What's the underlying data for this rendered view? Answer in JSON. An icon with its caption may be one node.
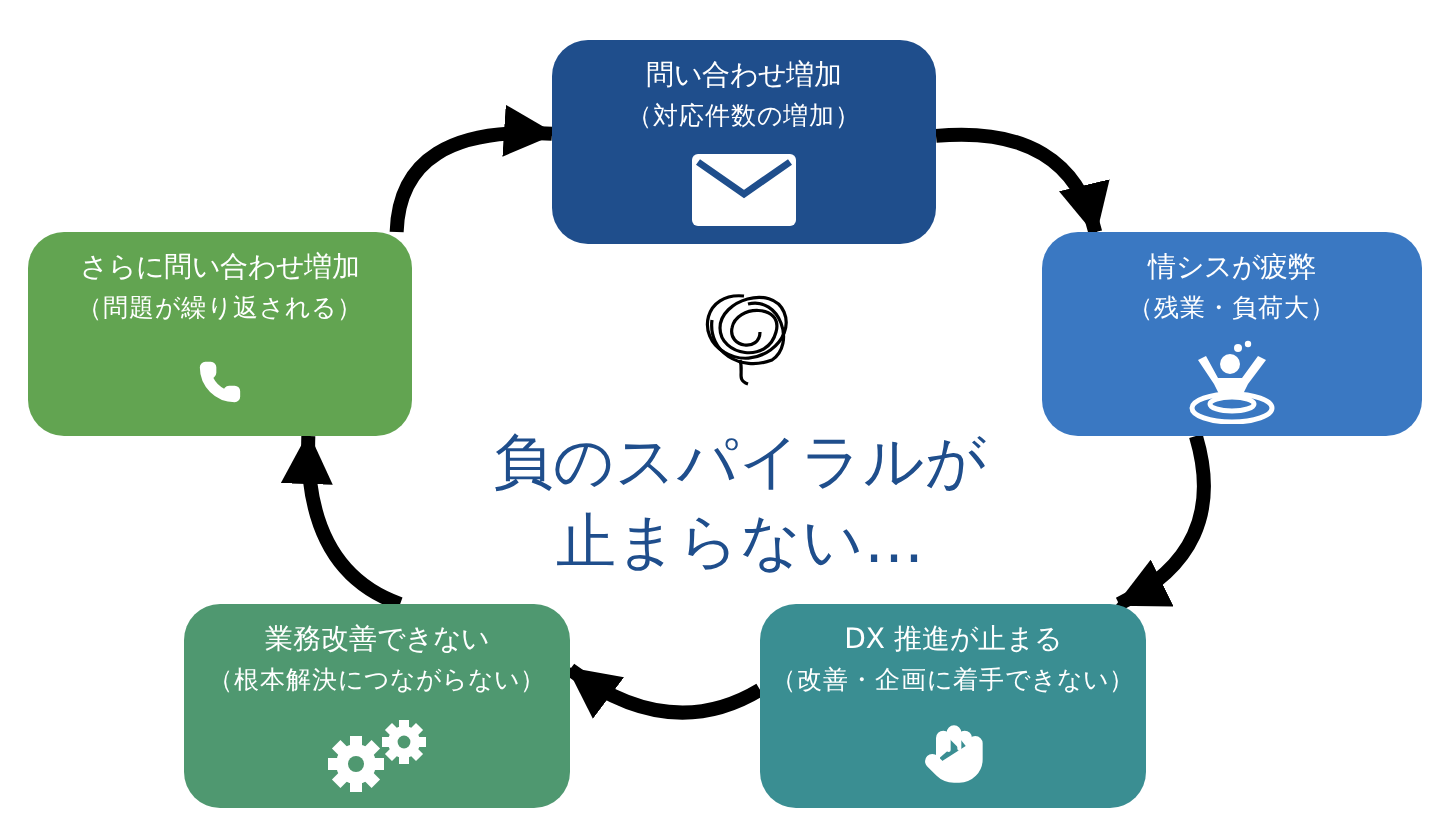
{
  "diagram": {
    "nodes": [
      {
        "text": [
          "問い合わせ増加",
          "（対応件数の増加）"
        ]
      },
      {
        "text": [
          "情シスが疲弊",
          "（残業・負荷大）"
        ]
      },
      {
        "text": [
          "DX 推進が止まる",
          "（改善・企画に着手できない）"
        ]
      },
      {
        "text": [
          "業務改善できない",
          "（根本解決につながらない）"
        ]
      },
      {
        "text": [
          "さらに問い合わせ増加",
          "（問題が繰り返される）"
        ]
      }
    ],
    "edges": [
      {
        "from": 4,
        "to": 0,
        "arrow": "to"
      },
      {
        "from": 0,
        "to": 1,
        "arrow": "to"
      },
      {
        "from": 1,
        "to": 2,
        "arrow": "to"
      },
      {
        "from": 2,
        "to": 3,
        "arrow": "to"
      },
      {
        "from": 3,
        "to": 4,
        "arrow": "to"
      }
    ],
    "labels": [
      "負のスパイラルが止まらない…"
    ]
  }
}
